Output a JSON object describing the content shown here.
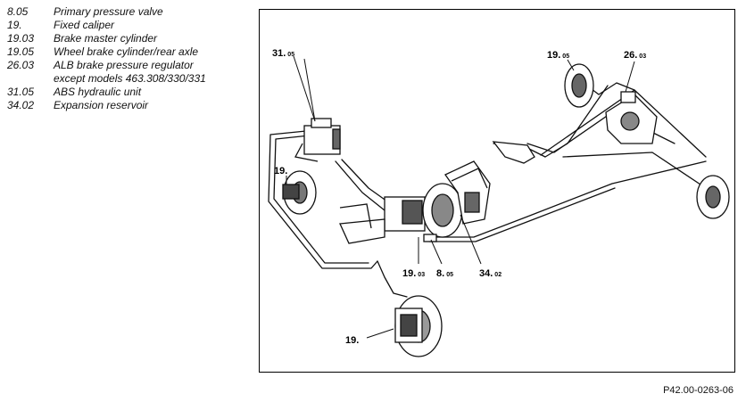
{
  "legend": [
    {
      "code": "8.05",
      "text": "Primary pressure valve"
    },
    {
      "code": "19.",
      "text": "Fixed caliper"
    },
    {
      "code": "19.03",
      "text": "Brake master cylinder"
    },
    {
      "code": "19.05",
      "text": "Wheel brake cylinder/rear axle"
    },
    {
      "code": "26.03",
      "text": "ALB brake pressure regulator\nexcept models 463.308/330/331"
    },
    {
      "code": "31.05",
      "text": "ABS hydraulic unit"
    },
    {
      "code": "34.02",
      "text": "Expansion reservoir"
    }
  ],
  "callouts": [
    {
      "id": "c3105",
      "main": "31.",
      "sub": "05"
    },
    {
      "id": "c1905",
      "main": "19.",
      "sub": "05"
    },
    {
      "id": "c2603",
      "main": "26.",
      "sub": "03"
    },
    {
      "id": "c19a",
      "main": "19.",
      "sub": ""
    },
    {
      "id": "c1903",
      "main": "19.",
      "sub": "03"
    },
    {
      "id": "c805",
      "main": "8.",
      "sub": "05"
    },
    {
      "id": "c3402",
      "main": "34.",
      "sub": "02"
    },
    {
      "id": "c19b",
      "main": "19.",
      "sub": ""
    }
  ],
  "figure_ref": "P42.00-0263-06"
}
